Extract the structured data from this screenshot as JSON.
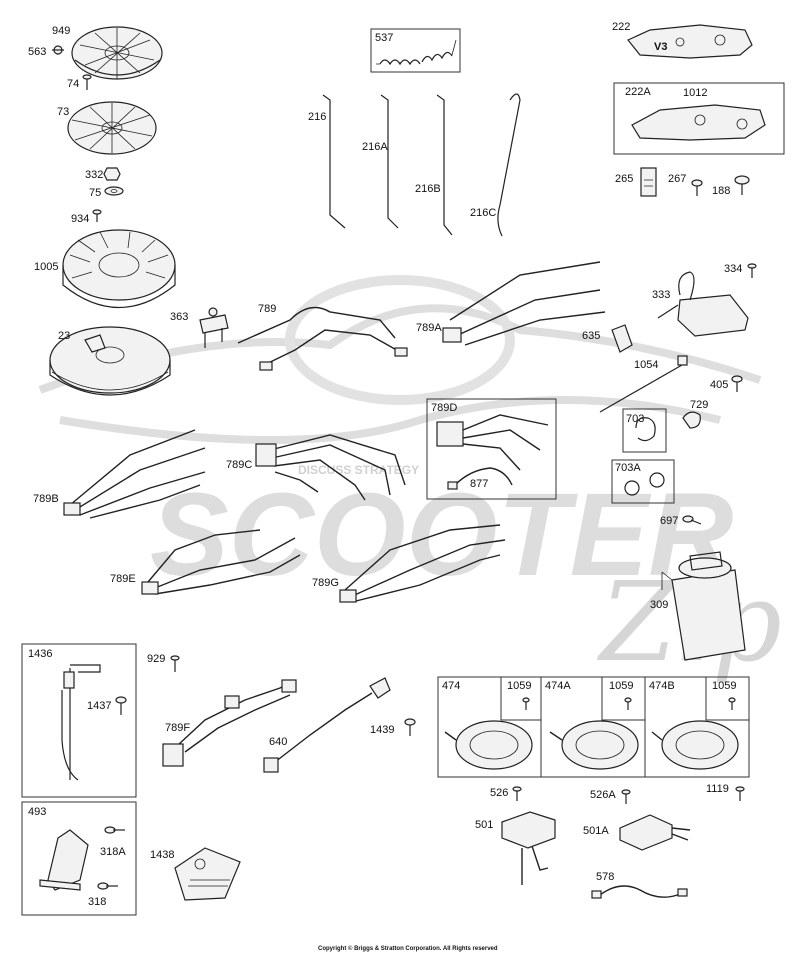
{
  "labels": {
    "l949": "949",
    "l563": "563",
    "l74": "74",
    "l73": "73",
    "l332": "332",
    "l75": "75",
    "l934": "934",
    "l1005": "1005",
    "l23": "23",
    "l363": "363",
    "l537": "537",
    "l216": "216",
    "l216A": "216A",
    "l216B": "216B",
    "l216C": "216C",
    "l222": "222",
    "l222A": "222A",
    "l1012": "1012",
    "l265": "265",
    "l267": "267",
    "l188": "188",
    "l334": "334",
    "l333": "333",
    "l635": "635",
    "l1054": "1054",
    "l405": "405",
    "l729": "729",
    "l703": "703",
    "l703A": "703A",
    "l697": "697",
    "l309": "309",
    "l789": "789",
    "l789A": "789A",
    "l789B": "789B",
    "l789C": "789C",
    "l789D": "789D",
    "l877": "877",
    "l789E": "789E",
    "l789G": "789G",
    "l789F": "789F",
    "l1436": "1436",
    "l1437": "1437",
    "l929": "929",
    "l640": "640",
    "l1439": "1439",
    "l493": "493",
    "l318A": "318A",
    "l318": "318",
    "l1438": "1438",
    "l474": "474",
    "l1059a": "1059",
    "l474A": "474A",
    "l1059b": "1059",
    "l474B": "474B",
    "l1059c": "1059",
    "l526": "526",
    "l526A": "526A",
    "l1119": "1119",
    "l501": "501",
    "l501A": "501A",
    "l578": "578"
  },
  "part_text": {
    "v3": "V3"
  },
  "watermark": {
    "brand": "SCOOTER",
    "script": "Zip",
    "tagline": "DISCUSS STRATEGY"
  },
  "footer": {
    "copyright": "Copyright © Briggs & Stratton Corporation. All Rights reserved"
  },
  "colors": {
    "line": "#222222",
    "watermark": "#d8d8d8"
  }
}
